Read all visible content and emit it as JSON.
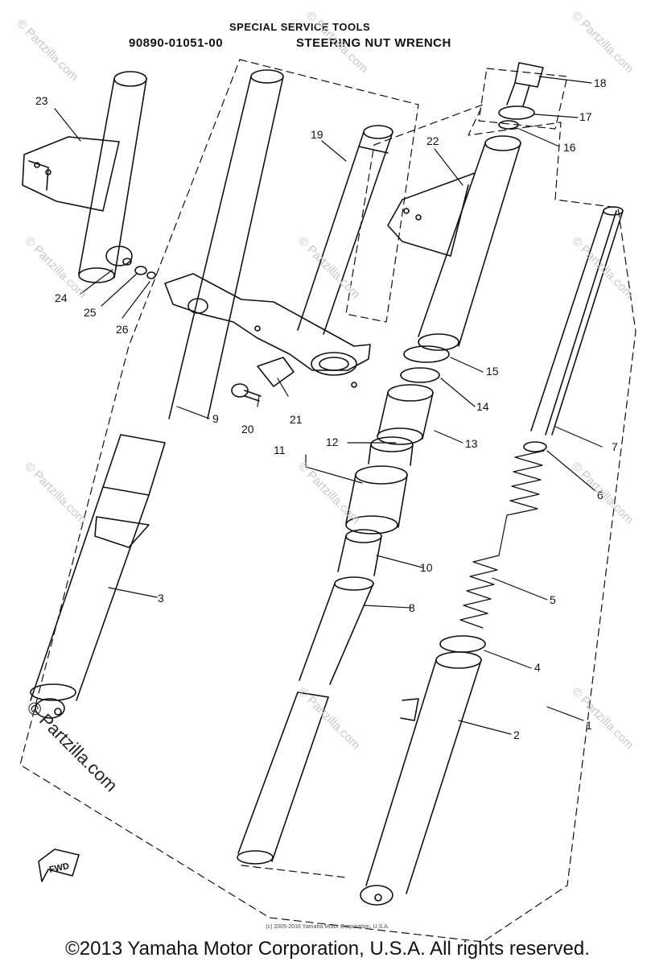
{
  "header": {
    "title": "SPECIAL SERVICE TOOLS",
    "tool_number": "90890-01051-00",
    "tool_name": "STEERING NUT WRENCH"
  },
  "callouts": [
    "1",
    "2",
    "3",
    "4",
    "5",
    "6",
    "7",
    "8",
    "9",
    "10",
    "11",
    "12",
    "13",
    "14",
    "15",
    "16",
    "17",
    "18",
    "19",
    "20",
    "21",
    "22",
    "23",
    "24",
    "25",
    "26"
  ],
  "fwd_label": "FWD",
  "watermark": "© Partzilla.com",
  "small_copyright": "(c) 2005-2016 Yamaha Motor Corporation, U.S.A.",
  "copyright": "©2013 Yamaha Motor Corporation, U.S.A. All rights reserved."
}
